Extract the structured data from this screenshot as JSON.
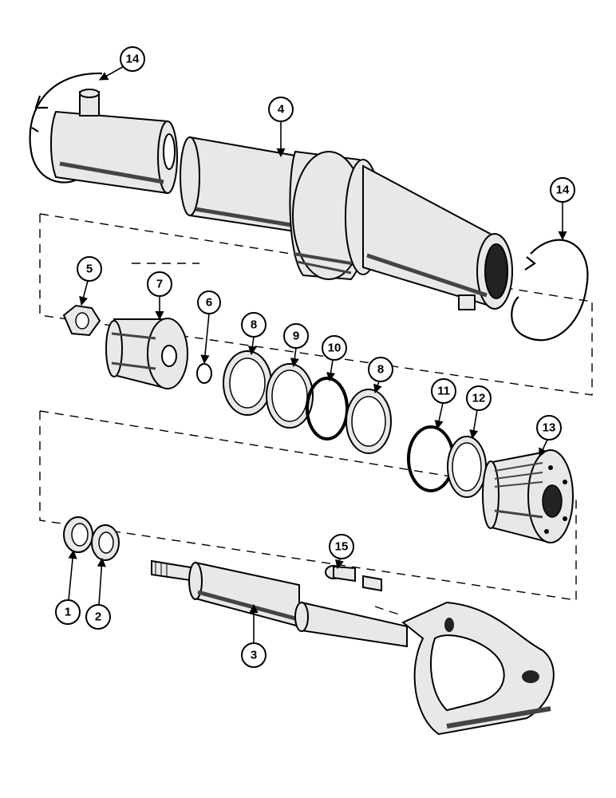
{
  "callouts": {
    "c1": "1",
    "c2": "2",
    "c3": "3",
    "c4": "4",
    "c5": "5",
    "c6": "6",
    "c7": "7",
    "c8a": "8",
    "c8b": "8",
    "c9": "9",
    "c10": "10",
    "c11": "11",
    "c12": "12",
    "c13": "13",
    "c14a": "14",
    "c14b": "14",
    "c15": "15"
  }
}
